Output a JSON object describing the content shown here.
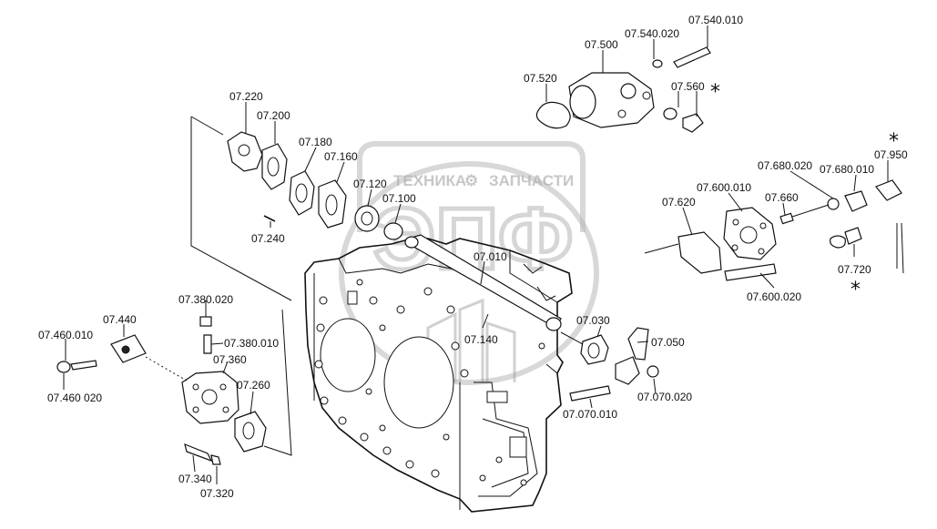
{
  "watermark": {
    "left_text": "ТЕХНИКА",
    "right_text": "ЗАПЧАСТИ",
    "big_text": "ЭПФ",
    "gear_symbol": "⚙"
  },
  "labels": {
    "p07_540_010": "07.540.010",
    "p07_540_020": "07.540.020",
    "p07_500": "07.500",
    "p07_520": "07.520",
    "p07_560": "07.560",
    "p07_220": "07.220",
    "p07_200": "07.200",
    "p07_180": "07.180",
    "p07_160": "07.160",
    "p07_120": "07.120",
    "p07_100": "07.100",
    "p07_240": "07.240",
    "p07_010": "07.010",
    "p07_680_020": "07.680.020",
    "p07_680_010": "07.680.010",
    "p07_950": "07.950",
    "p07_600_010": "07.600.010",
    "p07_620": "07.620",
    "p07_660": "07.660",
    "p07_720": "07.720",
    "p07_600_020": "07.600.020",
    "p07_380_020": "07.380.020",
    "p07_440": "07.440",
    "p07_460_010": "07.460.010",
    "p07_380_010": "07.380.010",
    "p07_360": "07.360",
    "p07_460_020": "07.460 020",
    "p07_260": "07.260",
    "p07_140": "07.140",
    "p07_030": "07.030",
    "p07_050": "07.050",
    "p07_070_010": "07.070.010",
    "p07_070_020": "07.070.020",
    "p07_340": "07.340",
    "p07_320": "07.320"
  },
  "marks": {
    "asterisk": "*"
  }
}
